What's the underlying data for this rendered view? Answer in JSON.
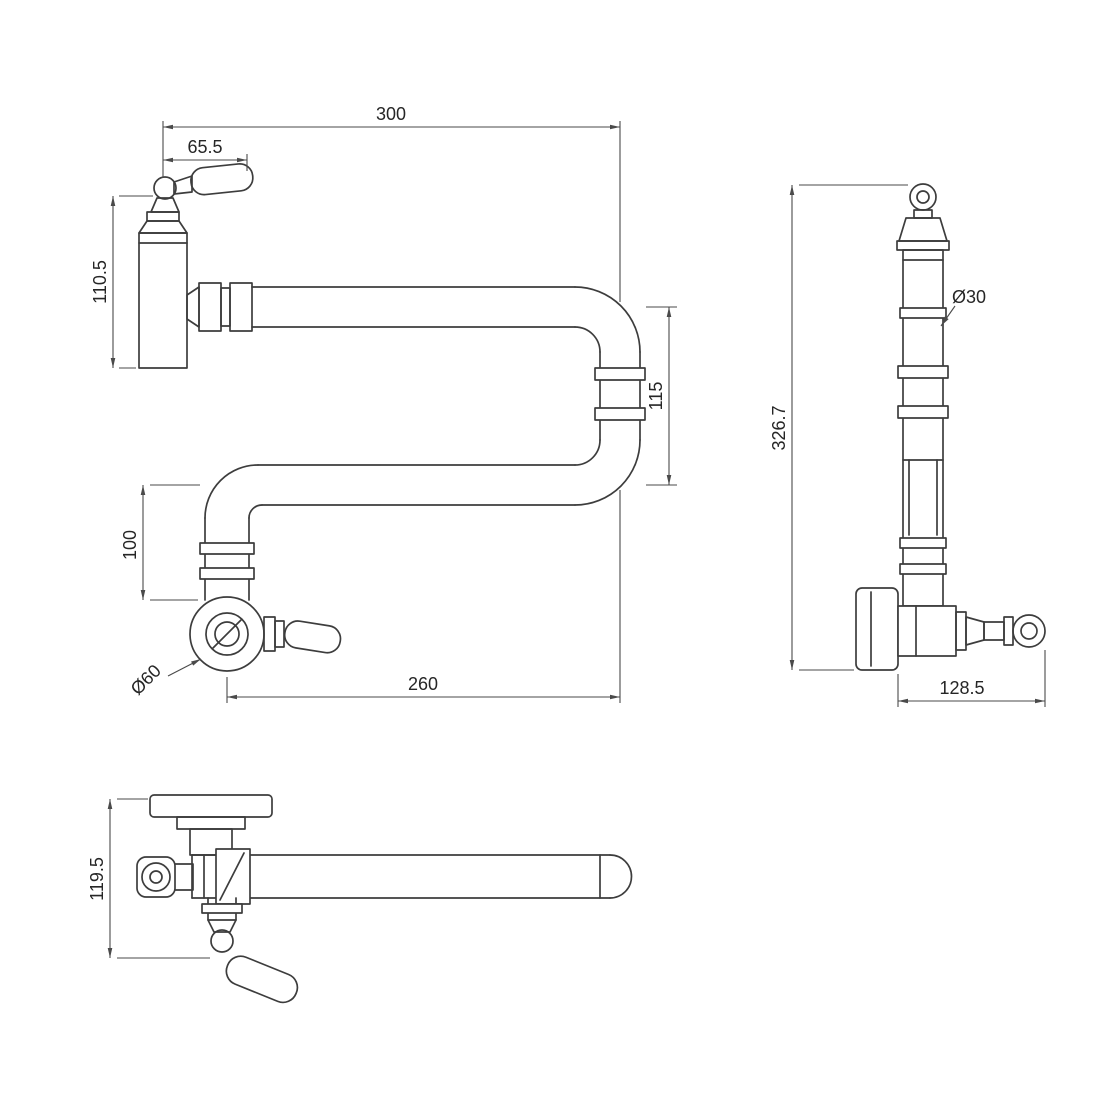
{
  "drawing": {
    "type": "technical-orthographic-drawing",
    "subject": "wall-mounted articulated pot filler tap",
    "line_color": "#3d3d3d",
    "dim_color": "#4a4a4a",
    "background_color": "#ffffff",
    "views": {
      "front": {
        "label": "front-view",
        "dims": {
          "overall_width": "300",
          "handle_length": "65.5",
          "inlet_height": "110.5",
          "arm_spacing": "115",
          "drop_height": "100",
          "joint_diameter": "Ø60",
          "spout_reach": "260"
        }
      },
      "side": {
        "label": "side-view",
        "dims": {
          "pipe_diameter": "Ø30",
          "overall_height": "326.7",
          "wall_projection": "128.5"
        }
      },
      "top": {
        "label": "top-view",
        "dims": {
          "overall_depth": "119.5"
        }
      }
    }
  }
}
